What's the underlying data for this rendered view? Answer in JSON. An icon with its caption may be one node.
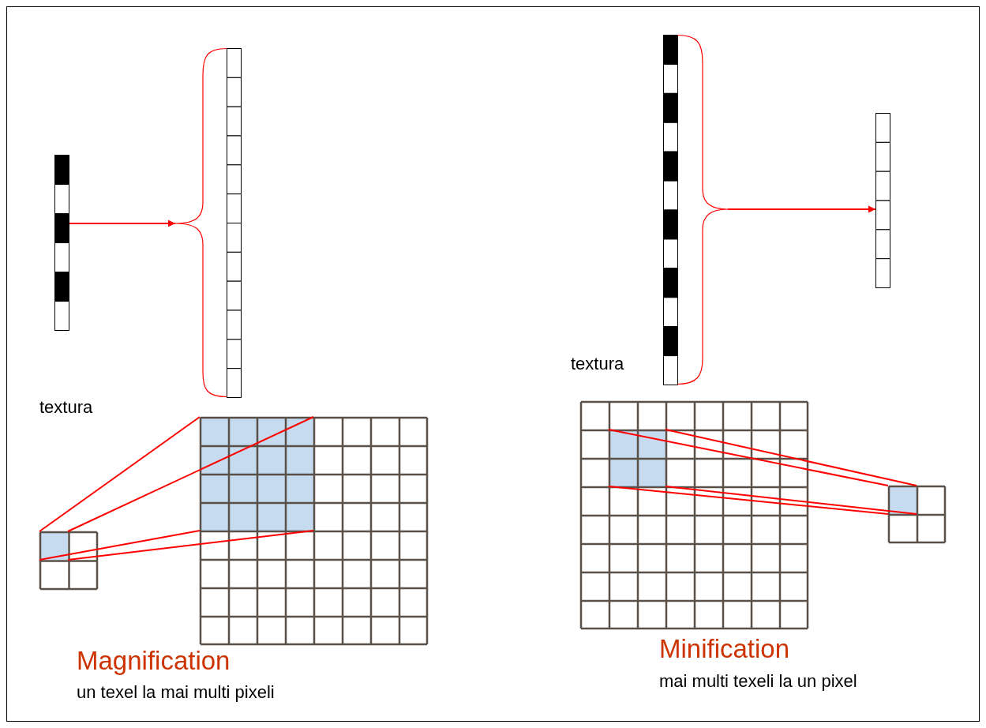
{
  "diagram": {
    "nodes": [
      {
        "text": [],
        "shape": "bar"
      },
      {
        "text": [],
        "shape": "bar"
      },
      {
        "text": [],
        "shape": "bar"
      },
      {
        "text": [],
        "shape": "bar"
      },
      {
        "text": [],
        "shape": "box"
      },
      {
        "text": [],
        "shape": "box",
        "in": 4
      },
      {
        "text": [],
        "shape": "box"
      },
      {
        "text": [],
        "shape": "box",
        "in": 6
      },
      {
        "text": [],
        "shape": "box"
      },
      {
        "text": [],
        "shape": "box",
        "in": 8
      },
      {
        "text": [],
        "shape": "box"
      },
      {
        "text": [],
        "shape": "box",
        "in": 10
      }
    ],
    "edges": [
      {
        "from": 0,
        "to": 1,
        "arrow": "to"
      },
      {
        "from": 2,
        "to": 3,
        "arrow": "to"
      },
      {
        "from": 5,
        "to": 7,
        "arrow": "none"
      },
      {
        "from": 5,
        "to": 7,
        "arrow": "none"
      },
      {
        "from": 5,
        "to": 7,
        "arrow": "none"
      },
      {
        "from": 5,
        "to": 7,
        "arrow": "none"
      },
      {
        "from": 9,
        "to": 11,
        "arrow": "none"
      },
      {
        "from": 9,
        "to": 11,
        "arrow": "none"
      },
      {
        "from": 9,
        "to": 11,
        "arrow": "none"
      },
      {
        "from": 9,
        "to": 11,
        "arrow": "none"
      }
    ],
    "labels": [
      "textura",
      "textura",
      "Magnification",
      "un texel la mai multi pixeli",
      "Minification",
      "mai multi texeli la un pixel"
    ]
  }
}
